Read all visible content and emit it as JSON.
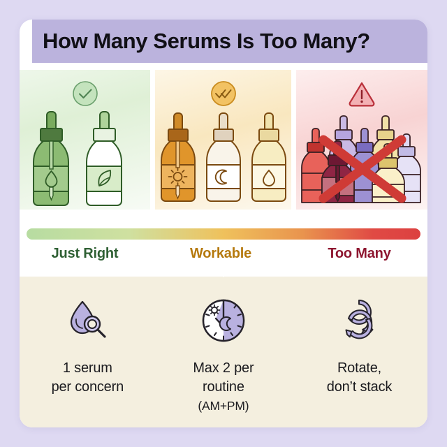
{
  "theme": {
    "page_background": "#ded9f2",
    "card_background": "#ffffff",
    "title_band": "#bbb3dd",
    "footer_background": "#f4efdf",
    "green": "#2f6034",
    "amber": "#b5790d",
    "red": "#8e1630",
    "lavender_icon": "#b9b1e0"
  },
  "header": {
    "title": "How Many Serums Is Too Many?"
  },
  "panels": [
    {
      "id": "just-right",
      "badge_icon": "check-circle-icon",
      "badge_color": "#5a9c5e",
      "badge_fill": "#c4e3bd",
      "bottle_count": 2,
      "bottles": [
        {
          "icon": "droplet-icon",
          "body": "#8cbb73",
          "cap": "#4f7a3f",
          "neck": "#79ab5e"
        },
        {
          "icon": "leaf-icon",
          "body": "#ffffff",
          "cap": "#e9f3e2",
          "neck": "#aed39a"
        }
      ]
    },
    {
      "id": "workable",
      "badge_icon": "double-check-circle-icon",
      "badge_color": "#c98b1d",
      "badge_fill": "#f2c263",
      "bottle_count": 3,
      "bottles": [
        {
          "icon": "sun-icon",
          "body": "#e0952b",
          "cap": "#a9661a",
          "neck": "#d08b28"
        },
        {
          "icon": "moon-icon",
          "body": "#f3ece1",
          "cap": "#e0d2be",
          "neck": "#e9ddc9"
        },
        {
          "icon": "droplet-icon",
          "body": "#f4e9bb",
          "cap": "#ead9a0",
          "neck": "#f0e2ad"
        }
      ]
    },
    {
      "id": "too-many",
      "badge_icon": "warning-triangle-icon",
      "badge_color": "#b9303a",
      "badge_fill": "#f3b1b4",
      "bottle_count": 7,
      "overlay_icon": "red-x-icon",
      "overlay_color": "#cf3b36",
      "bottles": [
        {
          "body": "#e8625a",
          "cap": "#c0332f"
        },
        {
          "body": "#c9b9e4",
          "cap": "#9f8ccd"
        },
        {
          "body": "#8f2544",
          "cap": "#6d1833"
        },
        {
          "body": "#9d91d3",
          "cap": "#7a6cc0"
        },
        {
          "body": "#f2e2a8",
          "cap": "#e3cf86"
        },
        {
          "body": "#ecd98d",
          "cap": "#dcc56d"
        },
        {
          "body": "#ded9f2",
          "cap": "#c2bbe6"
        }
      ]
    }
  ],
  "scale": {
    "bar_icon": "gradient-scale-bar",
    "gradient_from": "#b7dca1",
    "gradient_mid": "#efc15c",
    "gradient_to": "#dc4040",
    "labels": [
      {
        "text": "Just Right",
        "color": "#2f6034"
      },
      {
        "text": "Workable",
        "color": "#b5790d"
      },
      {
        "text": "Too Many",
        "color": "#8e1630"
      }
    ]
  },
  "tips": [
    {
      "icon": "droplet-magnifier-icon",
      "line1": "1 serum",
      "line2": "per concern",
      "line3": ""
    },
    {
      "icon": "sun-moon-clock-icon",
      "line1": "Max 2 per",
      "line2": "routine",
      "line3": "(AM+PM)"
    },
    {
      "icon": "rotate-arrows-icon",
      "line1": "Rotate,",
      "line2": "don’t stack",
      "line3": ""
    }
  ]
}
